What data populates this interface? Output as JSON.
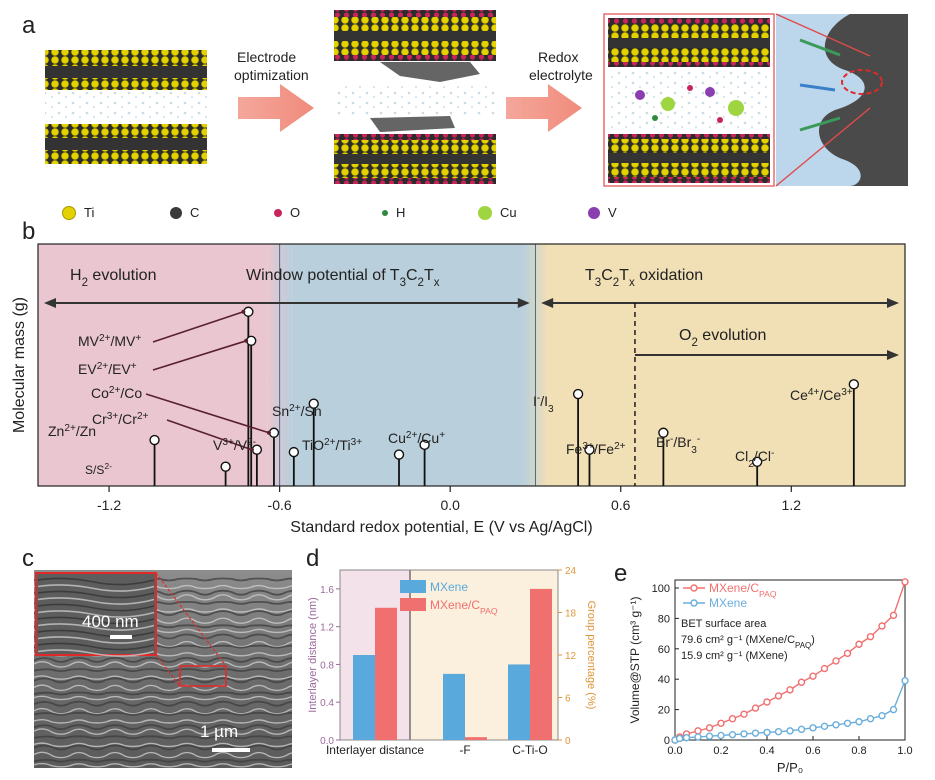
{
  "panel_a": {
    "letter": "a",
    "arrow1_label_line1": "Electrode",
    "arrow1_label_line2": "optimization",
    "arrow2_label_line1": "Redox",
    "arrow2_label_line2": "electrolyte",
    "legend": [
      {
        "label": "Ti",
        "color": "#e8d400"
      },
      {
        "label": "C",
        "color": "#3a3a3a"
      },
      {
        "label": "O",
        "color": "#c8245a"
      },
      {
        "label": "H",
        "color": "#2e8b3e"
      },
      {
        "label": "Cu",
        "color": "#9fd640"
      },
      {
        "label": "V",
        "color": "#8a3fb0"
      }
    ]
  },
  "panel_b": {
    "letter": "b",
    "ylabel": "Molecular mass (g)",
    "xlabel": "Standard redox potential, E (V vs Ag/AgCl)",
    "region_h2": "H",
    "region_h2_sub": "2",
    "region_h2_rest": " evolution",
    "region_window": "Window potential of T",
    "region_ox": "T",
    "region_ox_rest": " oxidation",
    "region_o2": "O",
    "region_o2_rest": " evolution",
    "colors": {
      "pink": "#e9c6d0",
      "blue": "#b9cfdc",
      "tan": "#f1dfb6"
    }
  },
  "panel_c": {
    "letter": "c",
    "inset_scale": "400 nm",
    "main_scale": "1 µm"
  },
  "panel_d": {
    "letter": "d"
  },
  "panel_e": {
    "letter": "e",
    "annotation_title": "BET surface area",
    "annotation_line1": "79.6 cm² g⁻¹ (MXene/C",
    "annotation_line1_sub": "PAQ",
    "annotation_line1_end": ")",
    "annotation_line2": "15.9 cm² g⁻¹ (MXene)"
  },
  "chart_data": [
    {
      "type": "scatter",
      "panel": "b",
      "xlabel": "Standard redox potential, E (V vs Ag/AgCl)",
      "ylabel": "Molecular mass (g)",
      "xlim": [
        -1.45,
        1.6
      ],
      "xticks": [
        -1.2,
        -0.6,
        0.0,
        0.6,
        1.2
      ],
      "xtick_labels": [
        "-1.2",
        "-0.6",
        "0.0",
        "0.6",
        "1.2"
      ],
      "regions": [
        {
          "name": "H2 evolution",
          "x": [
            -1.45,
            -0.6
          ]
        },
        {
          "name": "Window potential of T3C2Tx",
          "x": [
            -0.6,
            0.3
          ]
        },
        {
          "name": "T3C2Tx oxidation",
          "x": [
            0.3,
            1.6
          ]
        },
        {
          "name": "O2 evolution",
          "x": [
            0.65,
            1.6
          ]
        }
      ],
      "points": [
        {
          "label": "MV2+/MV+",
          "x": -0.71,
          "y": 0.72
        },
        {
          "label": "EV2+/EV+",
          "x": -0.7,
          "y": 0.6
        },
        {
          "label": "Co2+/Co",
          "x": -0.62,
          "y": 0.22
        },
        {
          "label": "Cr3+/Cr2+",
          "x": -0.68,
          "y": 0.15
        },
        {
          "label": "Zn2+/Zn",
          "x": -1.04,
          "y": 0.19
        },
        {
          "label": "S/S2-",
          "x": -0.79,
          "y": 0.08
        },
        {
          "label": "V3+/V2-",
          "x": -0.55,
          "y": 0.14
        },
        {
          "label": "Sn2+/Sn",
          "x": -0.48,
          "y": 0.34
        },
        {
          "label": "TiO2+/Ti3+",
          "x": -0.18,
          "y": 0.13
        },
        {
          "label": "Cu2+/Cu+",
          "x": -0.09,
          "y": 0.17
        },
        {
          "label": "I-/I3-",
          "x": 0.45,
          "y": 0.38
        },
        {
          "label": "Fe3+/Fe2+",
          "x": 0.49,
          "y": 0.15
        },
        {
          "label": "Br-/Br3-",
          "x": 0.75,
          "y": 0.22
        },
        {
          "label": "Cl2/Cl-",
          "x": 1.08,
          "y": 0.1
        },
        {
          "label": "Ce4+/Ce3+",
          "x": 1.42,
          "y": 0.42
        }
      ]
    },
    {
      "type": "bar",
      "panel": "d",
      "categories": [
        "Interlayer distance",
        "-F",
        "C-Ti-O"
      ],
      "ylabel_left": "Interlayer distance (nm)",
      "ylabel_right": "Group percentage (%)",
      "ylim_left": [
        0,
        1.8
      ],
      "ylim_right": [
        0,
        24
      ],
      "yticks_left": [
        "0.0",
        "0.4",
        "0.8",
        "1.2",
        "1.6"
      ],
      "yticks_right": [
        "0",
        "6",
        "12",
        "18",
        "24"
      ],
      "series": [
        {
          "name": "MXene",
          "color": "#5aa9dc",
          "values_left_units": [
            0.9,
            0.7,
            0.8
          ]
        },
        {
          "name": "MXene/CPAQ",
          "color": "#f07070",
          "values_left_units": [
            1.4,
            0.03,
            1.6
          ]
        }
      ]
    },
    {
      "type": "scatter",
      "panel": "e",
      "xlabel": "P/P₀",
      "ylabel": "Volume@STP (cm³ g⁻¹)",
      "xlim": [
        0,
        1.0
      ],
      "ylim": [
        0,
        100
      ],
      "xticks": [
        "0.0",
        "0.2",
        "0.4",
        "0.6",
        "0.8",
        "1.0"
      ],
      "yticks": [
        "0",
        "20",
        "40",
        "60",
        "80",
        "100"
      ],
      "series": [
        {
          "name": "MXene/CPAQ",
          "color": "#f07070",
          "x": [
            0.0,
            0.02,
            0.05,
            0.1,
            0.15,
            0.2,
            0.25,
            0.3,
            0.35,
            0.4,
            0.45,
            0.5,
            0.55,
            0.6,
            0.65,
            0.7,
            0.75,
            0.8,
            0.85,
            0.9,
            0.95,
            1.0
          ],
          "y": [
            0,
            2,
            4,
            6,
            8,
            11,
            14,
            17,
            21,
            25,
            29,
            33,
            38,
            42,
            47,
            52,
            57,
            63,
            68,
            75,
            82,
            104
          ]
        },
        {
          "name": "MXene",
          "color": "#6aaedb",
          "x": [
            0.0,
            0.02,
            0.05,
            0.1,
            0.15,
            0.2,
            0.25,
            0.3,
            0.35,
            0.4,
            0.45,
            0.5,
            0.55,
            0.6,
            0.65,
            0.7,
            0.75,
            0.8,
            0.85,
            0.9,
            0.95,
            1.0
          ],
          "y": [
            0,
            1,
            1.5,
            2,
            2.5,
            3,
            3.5,
            4,
            4.5,
            5,
            5.5,
            6,
            7,
            8,
            9,
            10,
            11,
            12,
            14,
            16,
            20,
            39
          ]
        }
      ]
    }
  ]
}
